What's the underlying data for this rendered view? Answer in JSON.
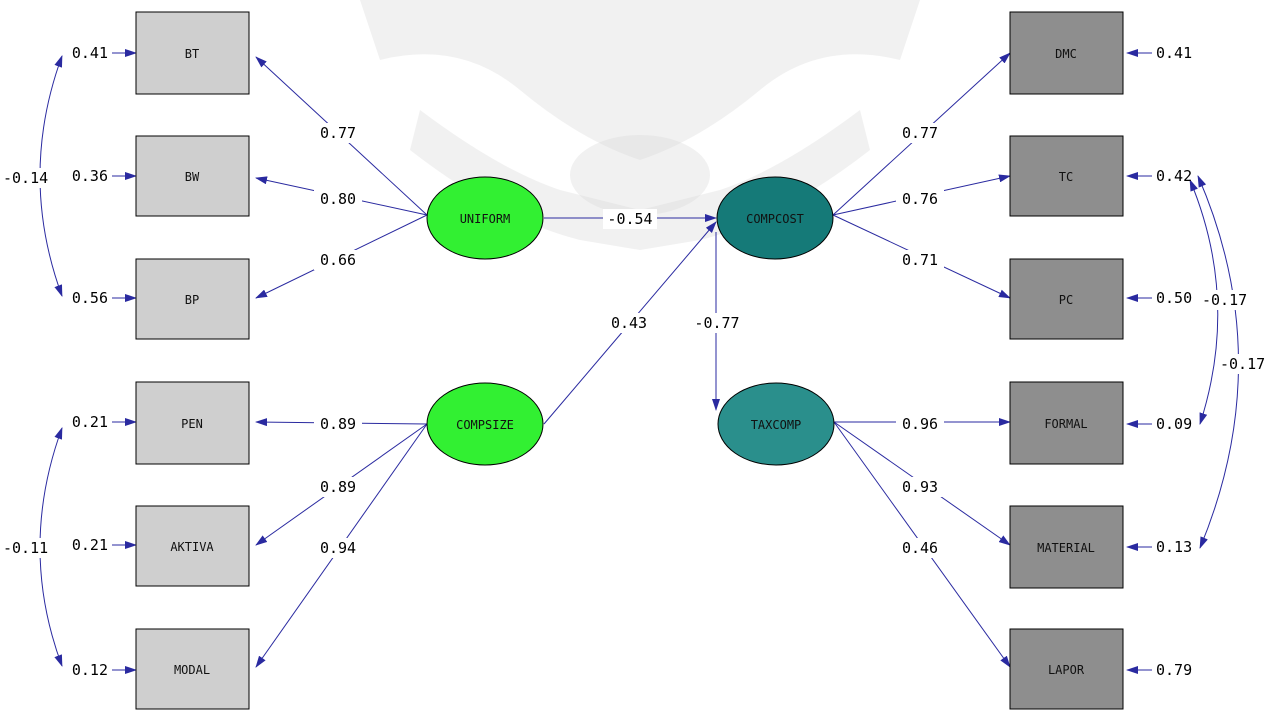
{
  "observed_left": [
    {
      "id": "BT",
      "label": "BT",
      "error": "0.41"
    },
    {
      "id": "BW",
      "label": "BW",
      "error": "0.36"
    },
    {
      "id": "BP",
      "label": "BP",
      "error": "0.56"
    },
    {
      "id": "PEN",
      "label": "PEN",
      "error": "0.21"
    },
    {
      "id": "AKTIVA",
      "label": "AKTIVA",
      "error": "0.21"
    },
    {
      "id": "MODAL",
      "label": "MODAL",
      "error": "0.12"
    }
  ],
  "observed_right": [
    {
      "id": "DMC",
      "label": "DMC",
      "error": "0.41"
    },
    {
      "id": "TC",
      "label": "TC",
      "error": "0.42"
    },
    {
      "id": "PC",
      "label": "PC",
      "error": "0.50"
    },
    {
      "id": "FORMAL",
      "label": "FORMAL",
      "error": "0.09"
    },
    {
      "id": "MATERIAL",
      "label": "MATERIAL",
      "error": "0.13"
    },
    {
      "id": "LAPOR",
      "label": "LAPOR",
      "error": "0.79"
    }
  ],
  "latent": [
    {
      "id": "UNIFORM",
      "label": "UNIFORM",
      "type": "exogenous"
    },
    {
      "id": "COMPSIZE",
      "label": "COMPSIZE",
      "type": "exogenous"
    },
    {
      "id": "COMPCOST",
      "label": "COMPCOST",
      "type": "endogenous"
    },
    {
      "id": "TAXCOMP",
      "label": "TAXCOMP",
      "type": "endogenous"
    }
  ],
  "loadings": [
    {
      "from": "UNIFORM",
      "to": "BT",
      "value": "0.77"
    },
    {
      "from": "UNIFORM",
      "to": "BW",
      "value": "0.80"
    },
    {
      "from": "UNIFORM",
      "to": "BP",
      "value": "0.66"
    },
    {
      "from": "COMPSIZE",
      "to": "PEN",
      "value": "0.89"
    },
    {
      "from": "COMPSIZE",
      "to": "AKTIVA",
      "value": "0.89"
    },
    {
      "from": "COMPSIZE",
      "to": "MODAL",
      "value": "0.94"
    },
    {
      "from": "COMPCOST",
      "to": "DMC",
      "value": "0.77"
    },
    {
      "from": "COMPCOST",
      "to": "TC",
      "value": "0.76"
    },
    {
      "from": "COMPCOST",
      "to": "PC",
      "value": "0.71"
    },
    {
      "from": "TAXCOMP",
      "to": "FORMAL",
      "value": "0.96"
    },
    {
      "from": "TAXCOMP",
      "to": "MATERIAL",
      "value": "0.93"
    },
    {
      "from": "TAXCOMP",
      "to": "LAPOR",
      "value": "0.46"
    }
  ],
  "structural_paths": [
    {
      "from": "UNIFORM",
      "to": "COMPCOST",
      "value": "-0.54"
    },
    {
      "from": "COMPSIZE",
      "to": "COMPCOST",
      "value": "0.43"
    },
    {
      "from": "COMPCOST",
      "to": "TAXCOMP",
      "value": "-0.77"
    }
  ],
  "error_covariances": [
    {
      "between": [
        "BT",
        "BP"
      ],
      "value": "-0.14"
    },
    {
      "between": [
        "PEN",
        "MODAL"
      ],
      "value": "-0.11"
    },
    {
      "between": [
        "TC",
        "FORMAL"
      ],
      "value": "-0.17"
    },
    {
      "between": [
        "TC",
        "MATERIAL"
      ],
      "value": "-0.17"
    }
  ],
  "colors": {
    "edge": "#2a2aa0",
    "observed_left_fill": "#cfcfcf",
    "observed_right_fill": "#8e8e8e",
    "latent_exogenous_fill": "#32f032",
    "latent_endogenous_fill": "#157a78"
  }
}
